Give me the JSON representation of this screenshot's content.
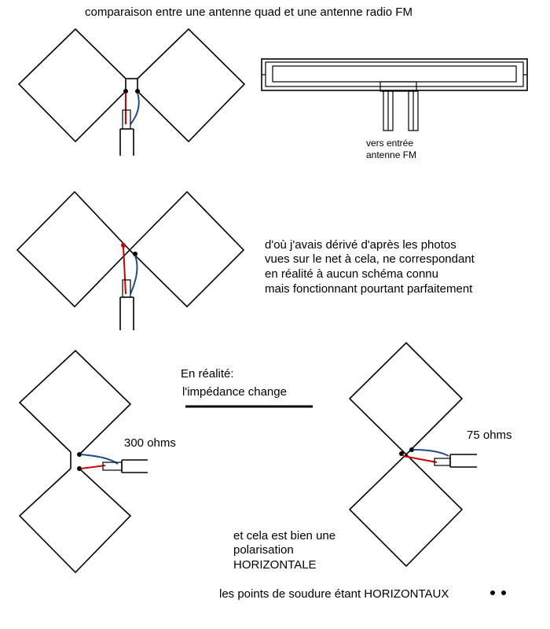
{
  "title": "comparaison entre une antenne quad et une antenne radio FM",
  "fm_label_line1": "vers entrée",
  "fm_label_line2": "antenne FM",
  "derived_text": [
    "d'où j'avais dérivé d'après les photos",
    "vues sur le net à cela,  ne correspondant",
    "en réalité à aucun schéma connu",
    "mais fonctionnant pourtant parfaitement"
  ],
  "reality_line1": "En réalité:",
  "reality_line2": "l'impédance change",
  "ohms_left": "300 ohms",
  "ohms_right": "75 ohms",
  "polarisation_text": [
    "et cela est bien une",
    "polarisation",
    "HORIZONTALE"
  ],
  "solder_text": "les points de soudure étant HORIZONTAUX",
  "colors": {
    "wire_red": "#cc0000",
    "wire_blue": "#1f4e8c",
    "line_black": "#000000"
  }
}
